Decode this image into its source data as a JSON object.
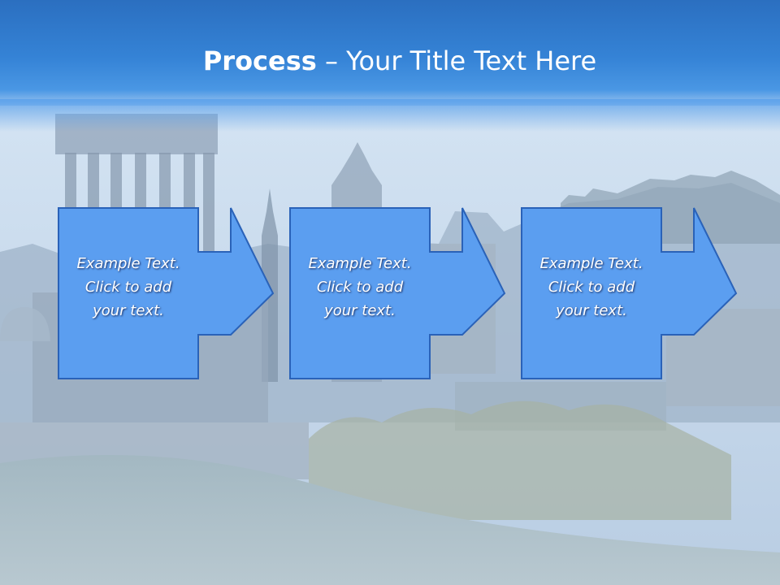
{
  "title": {
    "bold": "Process",
    "rest": " – Your Title Text Here"
  },
  "steps": [
    {
      "text": "Example Text.\nClick  to add\nyour text."
    },
    {
      "text": "Example Text.\nClick  to add\nyour text."
    },
    {
      "text": "Example Text.\nClick  to add\nyour text."
    }
  ],
  "colors": {
    "title_bar": "#2b6fc0",
    "box_fill": "#5b9ef0",
    "box_stroke": "#2a62b8"
  }
}
